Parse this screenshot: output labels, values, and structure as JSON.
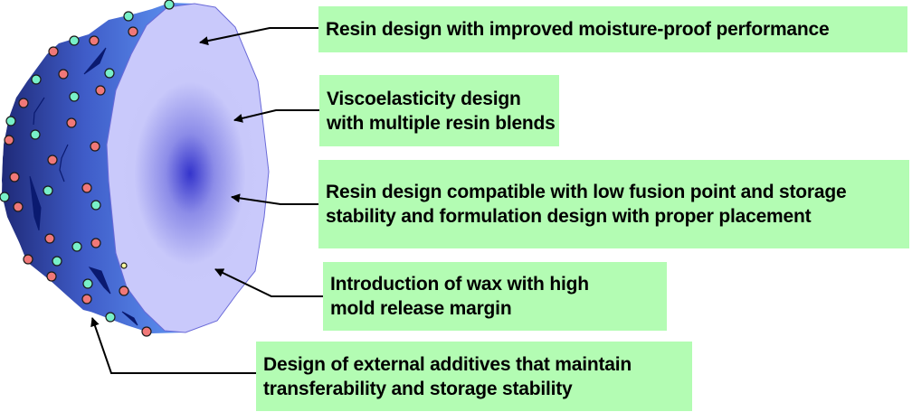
{
  "diagram": {
    "subject": "toner particle cross-section",
    "colors": {
      "box_fill": "#b3fcb3",
      "shell_dark": "#1f2a78",
      "shell_light": "#5b8ff0",
      "core_fill": "#c8c8fa",
      "core_center": "#3838d0",
      "particle_red": "#f07878",
      "particle_teal": "#78f0c8",
      "particle_yellow": "#fafaa0",
      "wax_domain": "#0a1a70"
    },
    "callouts": [
      {
        "lines": [
          "Resin design with improved moisture-proof performance"
        ]
      },
      {
        "lines": [
          "Viscoelasticity design",
          "with multiple resin blends"
        ]
      },
      {
        "lines": [
          "Resin design compatible with low fusion point and storage",
          "stability and formulation design with proper placement"
        ]
      },
      {
        "lines": [
          "Introduction of wax with high",
          "mold release margin"
        ]
      },
      {
        "lines": [
          "Design of external additives that maintain",
          "transferability and storage stability"
        ]
      }
    ]
  }
}
